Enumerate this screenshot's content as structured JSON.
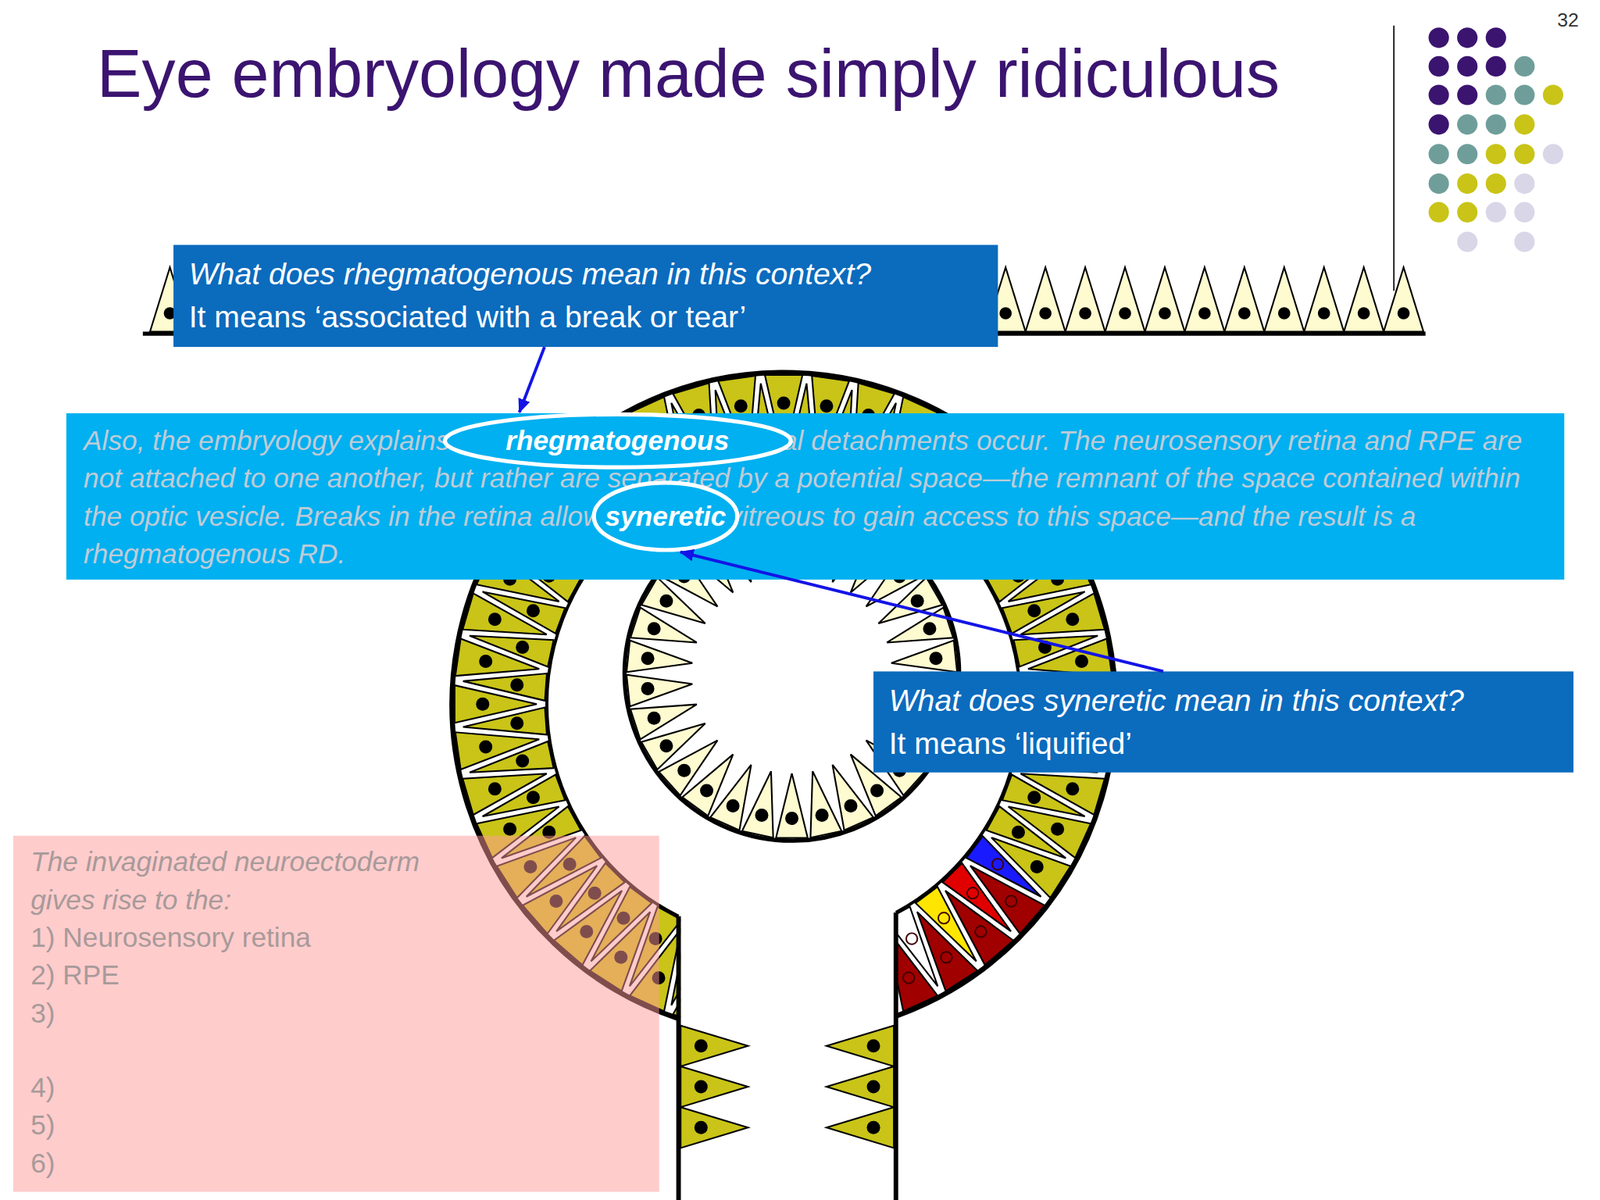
{
  "diagram": {
    "title": "Eye embryology made simply ridiculous",
    "nodes": [
      {
        "text": [
          "What does rhegmatogenous mean in this context?",
          "It means ‘associated with a break or tear’"
        ]
      },
      {
        "text": [
          "Also, the embryology explains why rhegmatogenous retinal detachments occur. The neurosensory retina and RPE are not attached to one another, but rather are separated by a potential space—the remnant of the space contained within the optic vesicle. Breaks in the retina allow syneretic vitreous to gain access to this space—and the result is a rhegmatogenous RD."
        ]
      },
      {
        "text": [
          "rhegmatogenous"
        ],
        "in": 1
      },
      {
        "text": [
          "syneretic"
        ],
        "in": 1
      },
      {
        "text": [
          "What does syneretic mean in this context?",
          "It means ‘liquified’"
        ]
      },
      {
        "text": [
          "The invaginated neuroectoderm gives rise to the:",
          "1) Neurosensory retina",
          "2) RPE",
          "3)",
          "4)",
          "5)",
          "6)"
        ]
      }
    ],
    "edges": [
      {
        "from": 0,
        "to": 2,
        "arrow": "to"
      },
      {
        "from": 4,
        "to": 3,
        "arrow": "to"
      }
    ],
    "labels": [
      "32"
    ]
  }
}
